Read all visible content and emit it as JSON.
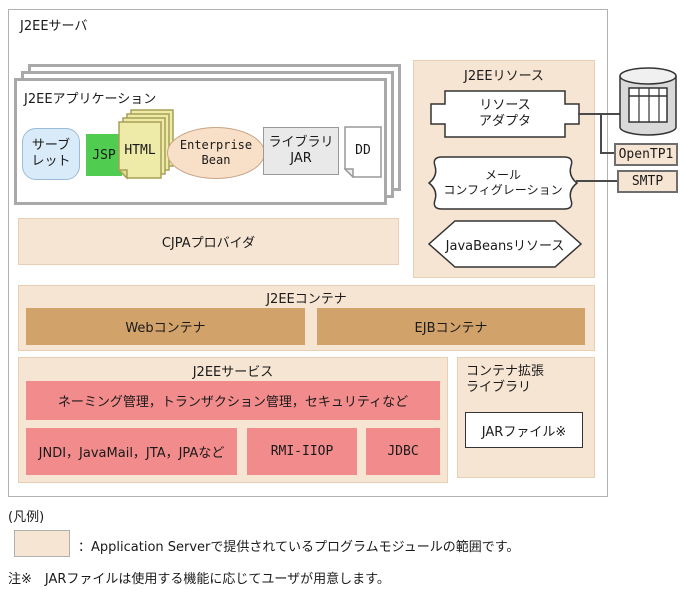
{
  "colors": {
    "panel_fill": "#f7e5d3",
    "container_fill": "#d2a26b",
    "service_fill": "#f28b8b",
    "jsp_green": "#50cc50",
    "servlet_blue": "#d9eaf8",
    "html_yellow": "#eeeaa8",
    "bean_peach": "#f8dfc7"
  },
  "icons": {
    "database": "database-cylinder-icon",
    "resource_adapter_shape": "plug-shape",
    "mail_config_shape": "brace-shape",
    "javabeans_shape": "hexagon-shape",
    "html_icon": "stacked-pages-icon",
    "dd_icon": "page-dogear-icon"
  },
  "server_title": "J2EEサーバ",
  "application": {
    "title": "J2EEアプリケーション",
    "servlet_line1": "サーブ",
    "servlet_line2": "レット",
    "jsp": "JSP",
    "html": "HTML",
    "bean_line1": "Enterprise",
    "bean_line2": "Bean",
    "library_line1": "ライブラリ",
    "library_line2": "JAR",
    "dd": "DD"
  },
  "cjpa_label": "CJPAプロバイダ",
  "resources": {
    "title": "J2EEリソース",
    "adapter_line1": "リソース",
    "adapter_line2": "アダプタ",
    "mail_line1": "メール",
    "mail_line2": "コンフィグレーション",
    "javabeans": "JavaBeansリソース"
  },
  "external": {
    "opentp1": "OpenTP1",
    "smtp": "SMTP"
  },
  "container": {
    "title": "J2EEコンテナ",
    "web": "Webコンテナ",
    "ejb": "EJBコンテナ"
  },
  "services": {
    "title": "J2EEサービス",
    "row1": "ネーミング管理，トランザクション管理，セキュリティなど",
    "row2": [
      "JNDI，JavaMail，JTA，JPAなど",
      "RMI-IIOP",
      "JDBC"
    ]
  },
  "extension": {
    "title_line1": "コンテナ拡張",
    "title_line2": "ライブラリ",
    "jar": "JARファイル※"
  },
  "legend": {
    "heading": "(凡例)",
    "swatch_text": "：Application Serverで提供されているプログラムモジュールの範囲です。",
    "note": "注※　JARファイルは使用する機能に応じてユーザが用意します。"
  }
}
